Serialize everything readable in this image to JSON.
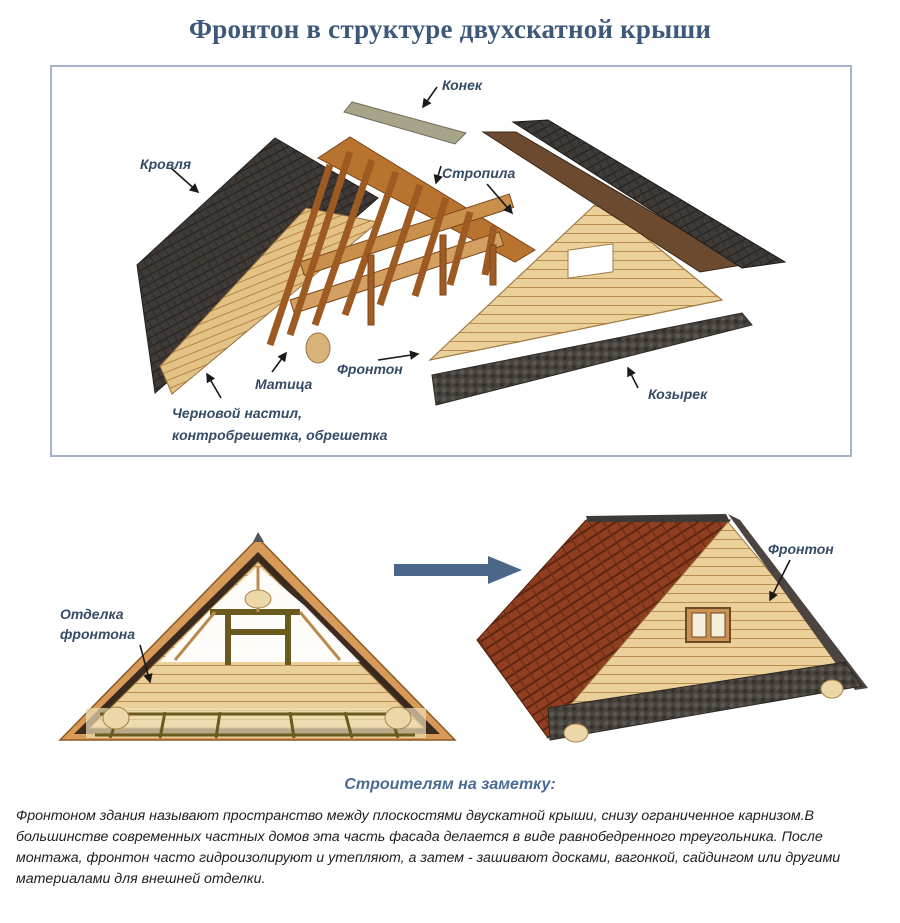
{
  "title": "Фронтон в структуре двухскатной крыши",
  "labels": {
    "konek": "Конек",
    "krovlya": "Кровля",
    "stropila": "Стропила",
    "matica": "Матица",
    "fronton": "Фронтон",
    "kozyrek": "Козырек",
    "nastil_line1": "Черновой настил,",
    "nastil_line2": "контробрешетка, обрешетка",
    "otdelka_line1": "Отделка",
    "otdelka_line2": "фронтона",
    "fronton2": "Фронтон"
  },
  "note": {
    "title": "Строителям на заметку:",
    "text": "Фронтоном здания называют пространство между плоскостями двускатной крыши, снизу ограниченное карнизом.В большинстве современных частных домов эта часть фасада делается в виде равнобедренного треугольника. После монтажа, фронтон часто гидроизолируют и утепляют, а затем - зашивают досками, вагонкой, сайдингом или другими материалами для внешней отделки."
  },
  "colors": {
    "title": "#3d5878",
    "label": "#354b66",
    "frame": "#a7b4c9",
    "wood": "#e9c98a",
    "rafter": "#a8652c",
    "shingle": "#3f3a36",
    "tile": "#8a3b1e",
    "arrow": "#4a6688"
  }
}
